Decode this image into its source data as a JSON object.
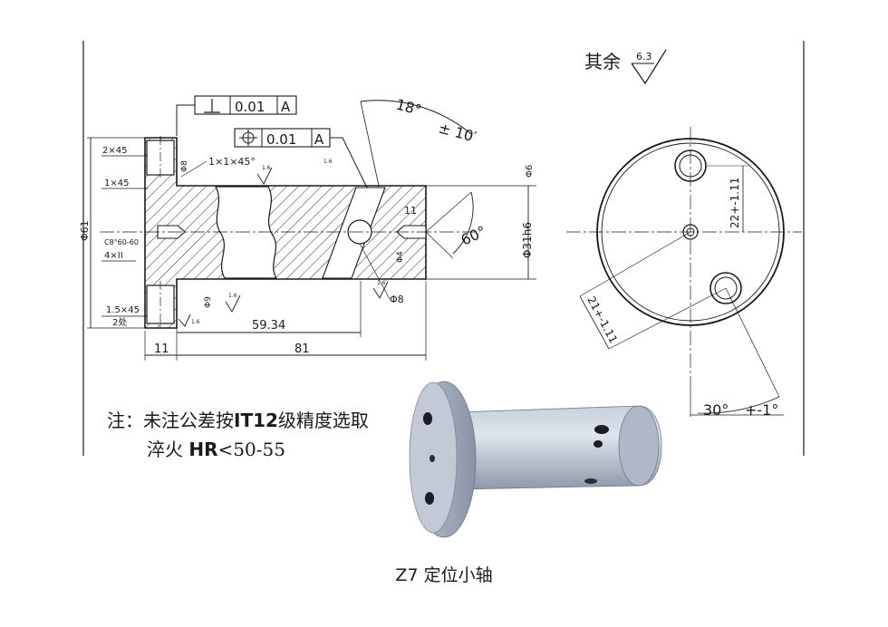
{
  "drawing": {
    "roughness": {
      "label": "其余",
      "value": "6.3"
    },
    "tolerances": {
      "perpendicularity": {
        "value": "0.01",
        "datum": "A"
      },
      "position": {
        "value": "0.01",
        "datum": "A"
      }
    },
    "angle_top": {
      "angle": "18°",
      "tol": "± 10′"
    },
    "chamfers": {
      "top": "2×45",
      "flange": "1×45",
      "hole": "1×1×45°",
      "bottom": "1.5×45",
      "bottom_sub": "2处",
      "center": "C8°60-60",
      "center_sub": "4×II"
    },
    "diameters": {
      "outer": "Φ61",
      "d8a": "Φ8",
      "d9": "Φ9",
      "shaft": "Φ31h6",
      "d4": "Φ4",
      "d8b": "Φ8",
      "d6": "Φ6"
    },
    "lengths": {
      "l1": "11",
      "l2": "81",
      "l3": "59.34",
      "l4": "11"
    },
    "angle_center": "60°",
    "end_view": {
      "dim1": "22+-1.11",
      "dim2": "21+-1.11",
      "angle": "30°",
      "angle_tol": "+-1°"
    },
    "small_labels": {
      "r1": "1.6",
      "r2": "1.6",
      "r3": "1.6",
      "r4": "1.6",
      "r5": "1.6"
    }
  },
  "note": {
    "line1_prefix": "注：未注公差按",
    "line1_bold": "IT12",
    "line1_suffix": "级精度选取",
    "line2_prefix": "淬火",
    "line2_bold": "HR",
    "line2_suffix": "<50-55"
  },
  "caption": "Z7 定位小轴",
  "colors": {
    "line": "#1a1a1a",
    "part_fill": "#a9b2c2",
    "part_shade": "#7d8698",
    "part_light": "#d5dae3"
  }
}
